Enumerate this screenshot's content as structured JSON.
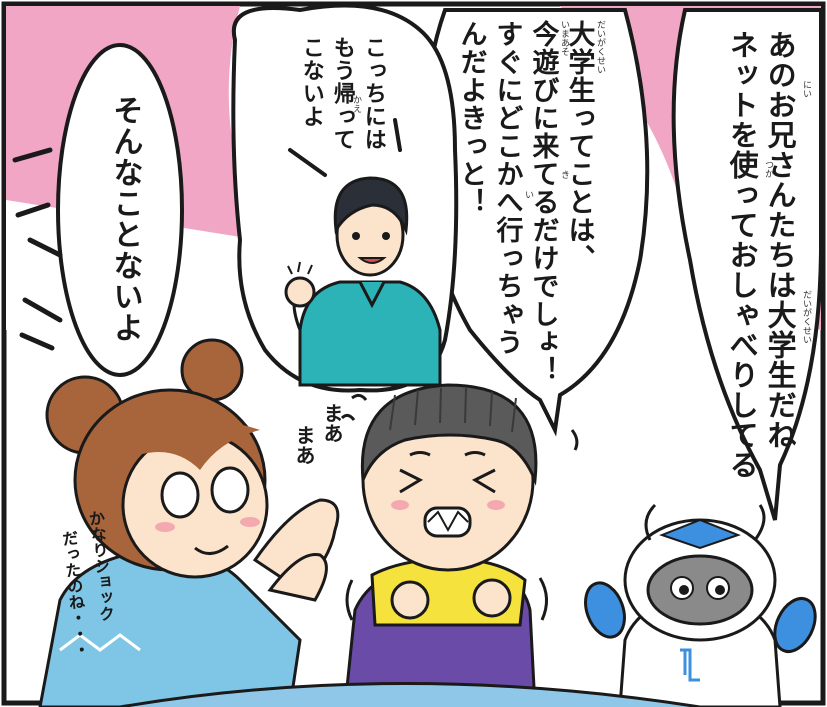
{
  "panel": {
    "speech": {
      "robot": [
        "あのお兄さんたちは大学生だね",
        "ネットを使っておしゃべりしてる"
      ],
      "boy": [
        "大学生ってことは、",
        "今遊びに来てるだけでしょ！",
        "すぐにどこかへ行っちゃう",
        "んだよきっと！"
      ],
      "student": [
        "こっちには",
        "もう帰って",
        "こないよ"
      ],
      "girl": "そんなことないよ",
      "sfx_mama": [
        "まあ",
        "まあ"
      ],
      "handwritten_note": [
        "かなりショック",
        "だったのね・・・"
      ]
    },
    "furigana": {
      "nii": "にい",
      "tsuka": "つか",
      "daigakusei": "だいがくせい",
      "imaaso": "いまあそ",
      "ki": "き",
      "i": "い",
      "kae": "かえ"
    }
  },
  "colors": {
    "pink_background": "#F0A6C4",
    "outline": "#1a1a1a",
    "boy_shirt_yellow": "#F5E23C",
    "boy_shirt_purple": "#6B4BA8",
    "girl_hoodie": "#7FC6E6",
    "student_shirt": "#2BB3B8",
    "robot_accent": "#3D8FE0",
    "skin": "#FCE3CC",
    "girl_hair": "#A8643A"
  }
}
